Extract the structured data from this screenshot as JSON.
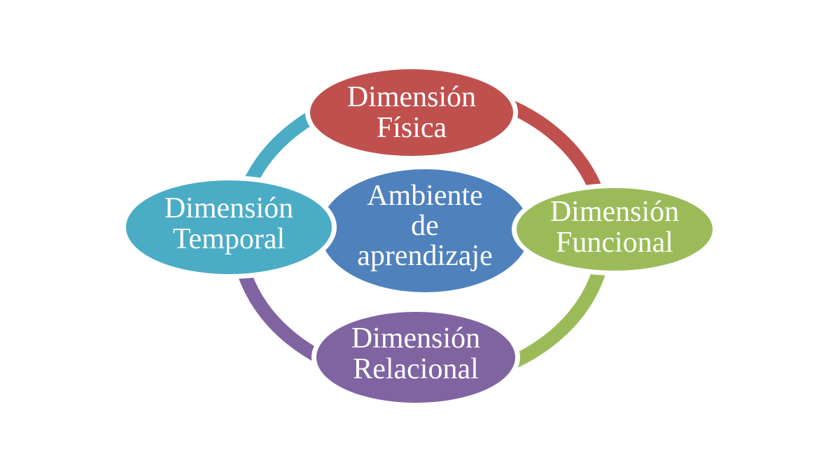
{
  "diagram": {
    "type": "cycle",
    "background_color": "#FFFFFF",
    "text_color": "#FFFFFF",
    "center": {
      "id": "ambiente-de-aprendizaje",
      "label": "Ambiente de aprendizaje",
      "lines": [
        "Ambiente",
        "de",
        "aprendizaje"
      ],
      "color": "#4F81BD"
    },
    "nodes": [
      {
        "id": "dimension-fisica",
        "position": "top",
        "label": "Dimensión Física",
        "lines": [
          "Dimensión",
          "Física"
        ],
        "color": "#C0504D"
      },
      {
        "id": "dimension-funcional",
        "position": "right",
        "label": "Dimensión Funcional",
        "lines": [
          "Dimensión",
          "Funcional"
        ],
        "color": "#9BBB59"
      },
      {
        "id": "dimension-relacional",
        "position": "bottom",
        "label": "Dimensión Relacional",
        "lines": [
          "Dimensión",
          "Relacional"
        ],
        "color": "#8064A2"
      },
      {
        "id": "dimension-temporal",
        "position": "left",
        "label": "Dimensión Temporal",
        "lines": [
          "Dimensión",
          "Temporal"
        ],
        "color": "#4BACC6"
      }
    ],
    "arcs": [
      {
        "from": "Dimensión Física",
        "to": "Dimensión Funcional",
        "color": "#C0504D"
      },
      {
        "from": "Dimensión Funcional",
        "to": "Dimensión Relacional",
        "color": "#9BBB59"
      },
      {
        "from": "Dimensión Relacional",
        "to": "Dimensión Temporal",
        "color": "#8064A2"
      },
      {
        "from": "Dimensión Temporal",
        "to": "Dimensión Física",
        "color": "#4BACC6"
      }
    ]
  }
}
